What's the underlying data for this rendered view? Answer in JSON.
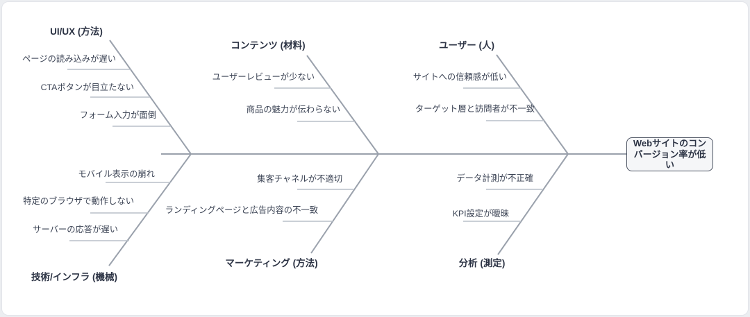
{
  "problem": {
    "label": "Webサイトのコンバージョン率が低い"
  },
  "branches": [
    {
      "id": "uiux",
      "position": "top",
      "label": "UI/UX (方法)",
      "causes": [
        "ページの読み込みが遅い",
        "CTAボタンが目立たない",
        "フォーム入力が面倒"
      ]
    },
    {
      "id": "content",
      "position": "top",
      "label": "コンテンツ (材料)",
      "causes": [
        "ユーザーレビューが少ない",
        "商品の魅力が伝わらない"
      ]
    },
    {
      "id": "user",
      "position": "top",
      "label": "ユーザー (人)",
      "causes": [
        "サイトへの信頼感が低い",
        "ターゲット層と訪問者が不一致"
      ]
    },
    {
      "id": "tech-infra",
      "position": "bottom",
      "label": "技術/インフラ (機械)",
      "causes": [
        "モバイル表示の崩れ",
        "特定のブラウザで動作しない",
        "サーバーの応答が遅い"
      ]
    },
    {
      "id": "marketing",
      "position": "bottom",
      "label": "マーケティング (方法)",
      "causes": [
        "集客チャネルが不適切",
        "ランディングページと広告内容の不一致"
      ]
    },
    {
      "id": "analysis",
      "position": "bottom",
      "label": "分析 (測定)",
      "causes": [
        "データ計測が不正確",
        "KPI設定が曖昧"
      ]
    }
  ],
  "colors": {
    "spine": "#9aa1ac",
    "twig": "#b9bfc8",
    "category_text": "#2c3344",
    "cause_text": "#3b4354",
    "head_bg": "#f5f6f8",
    "head_border": "#4a5160",
    "card_bg": "#ffffff",
    "page_bg": "#eceef1"
  }
}
